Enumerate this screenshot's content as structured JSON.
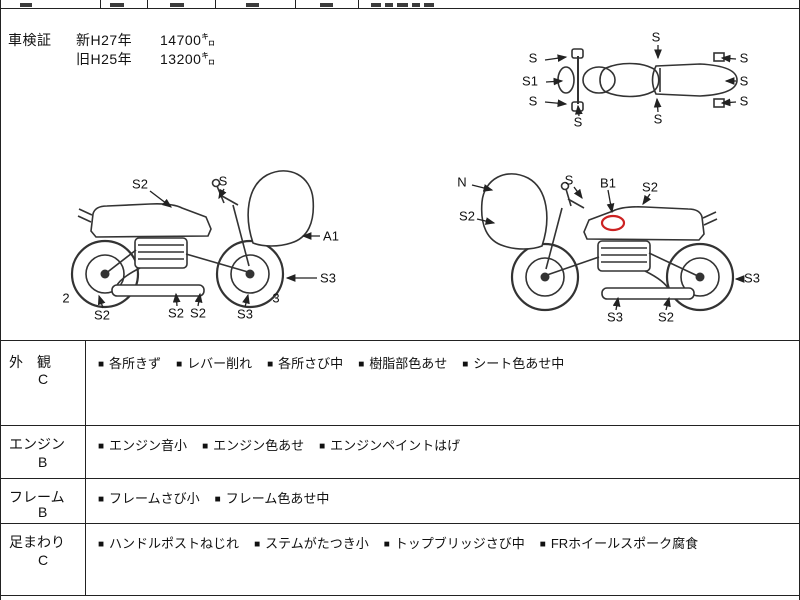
{
  "shaken": {
    "title": "車検証",
    "rows": [
      {
        "label": "新H27年",
        "value": "14700㌔"
      },
      {
        "label": "旧H25年",
        "value": "13200㌔"
      }
    ]
  },
  "annotations": {
    "top_view": [
      "S",
      "S",
      "S1",
      "S",
      "S",
      "S",
      "S",
      "S",
      "S"
    ],
    "left_bike": [
      "S2",
      "S",
      "A1",
      "S3",
      "2",
      "S2",
      "S2",
      "S2",
      "S3",
      "3"
    ],
    "right_bike": [
      "N",
      "S2",
      "S",
      "B1",
      "S2",
      "S3",
      "S3",
      "S2"
    ]
  },
  "condition": {
    "bullet": "■",
    "rows": [
      {
        "category": "外　観",
        "grade": "C",
        "notes": [
          "各所きず",
          "レバー削れ",
          "各所さび中",
          "樹脂部色あせ",
          "シート色あせ中"
        ]
      },
      {
        "category": "エンジン",
        "grade": "B",
        "notes": [
          "エンジン音小",
          "エンジン色あせ",
          "エンジンペイントはげ"
        ]
      },
      {
        "category": "フレーム",
        "grade": "B",
        "notes": [
          "フレームさび小",
          "フレーム色あせ中"
        ]
      },
      {
        "category": "足まわり",
        "grade": "C",
        "notes": [
          "ハンドルポストねじれ",
          "ステムがたつき小",
          "トップブリッジさび中",
          "FRホイールスポーク腐食"
        ]
      }
    ]
  },
  "colors": {
    "line": "#333333",
    "red_mark": "#cc2222"
  }
}
